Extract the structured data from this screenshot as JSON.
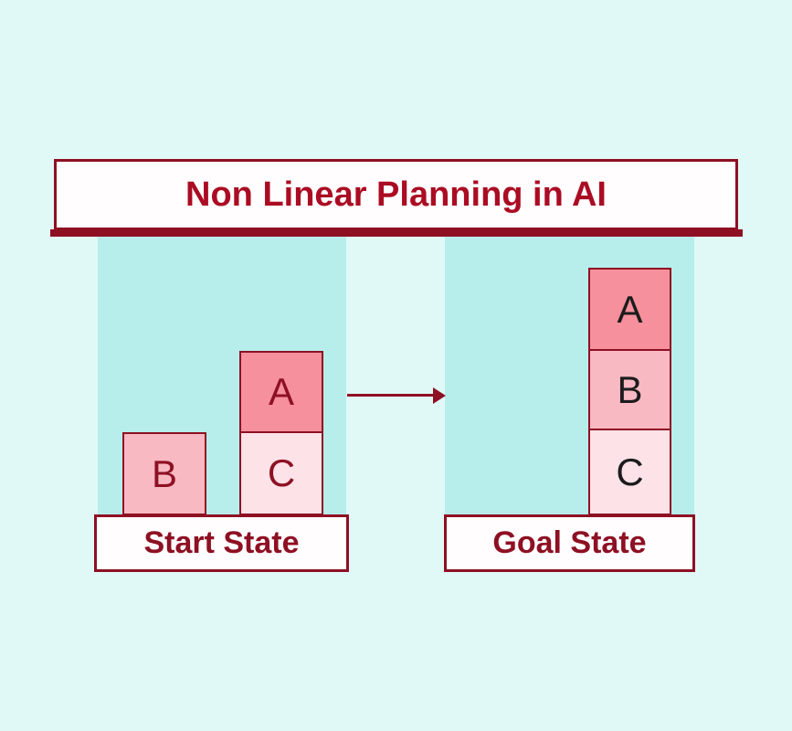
{
  "title": {
    "text": "Non Linear Planning in AI"
  },
  "colors": {
    "background": "#e1f9f6",
    "panel_teal": "#b7eeec",
    "dark_red": "#8e1023",
    "title_red": "#ab0c23",
    "block_a_fill": "#f5909c",
    "block_b_fill": "#f9b9c3",
    "block_c_fill": "#fde2e8",
    "box_white": "#fffdfe",
    "goal_letter_color": "#1c1c1c"
  },
  "diagram": {
    "start": {
      "label": "Start State",
      "blocks": [
        {
          "label": "B"
        },
        {
          "label": "A"
        },
        {
          "label": "C"
        }
      ]
    },
    "goal": {
      "label": "Goal State",
      "blocks": [
        {
          "label": "A"
        },
        {
          "label": "B"
        },
        {
          "label": "C"
        }
      ]
    }
  }
}
